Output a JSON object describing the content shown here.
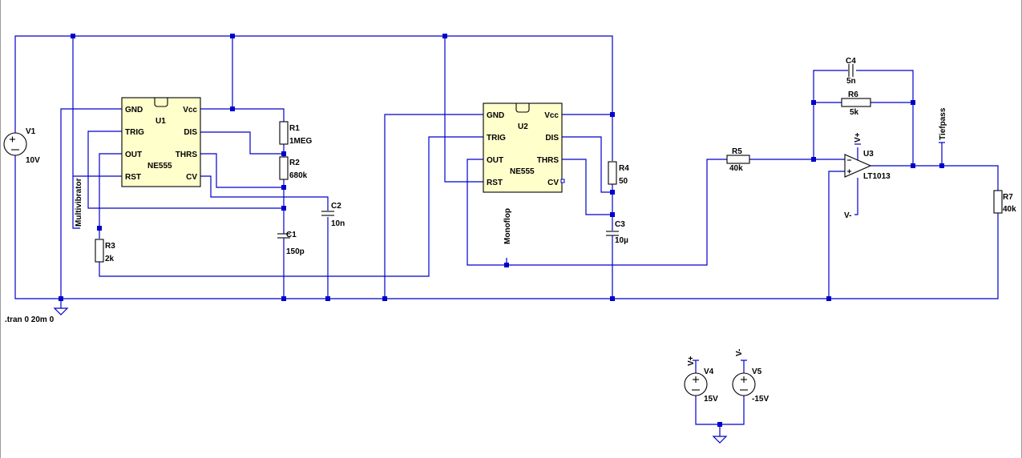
{
  "directive": ".tran 0 20m 0",
  "sources": {
    "v1": {
      "name": "V1",
      "value": "10V"
    },
    "v4": {
      "name": "V4",
      "value": "15V"
    },
    "v5": {
      "name": "V5",
      "value": "-15V"
    }
  },
  "u1": {
    "name": "U1",
    "type": "NE555",
    "pins": {
      "gnd": "GND",
      "trig": "TRIG",
      "out": "OUT",
      "rst": "RST",
      "vcc": "Vcc",
      "dis": "DIS",
      "thrs": "THRS",
      "cv": "CV"
    }
  },
  "u2": {
    "name": "U2",
    "type": "NE555",
    "pins": {
      "gnd": "GND",
      "trig": "TRIG",
      "out": "OUT",
      "rst": "RST",
      "vcc": "Vcc",
      "dis": "DIS",
      "thrs": "THRS",
      "cv": "CV"
    }
  },
  "u3": {
    "name": "U3",
    "type": "LT1013"
  },
  "resistors": {
    "r1": {
      "name": "R1",
      "value": "1MEG"
    },
    "r2": {
      "name": "R2",
      "value": "680k"
    },
    "r3": {
      "name": "R3",
      "value": "2k"
    },
    "r4": {
      "name": "R4",
      "value": "50"
    },
    "r5": {
      "name": "R5",
      "value": "40k"
    },
    "r6": {
      "name": "R6",
      "value": "5k"
    },
    "r7": {
      "name": "R7",
      "value": "40k"
    }
  },
  "capacitors": {
    "c1": {
      "name": "C1",
      "value": "150p"
    },
    "c2": {
      "name": "C2",
      "value": "10n"
    },
    "c3": {
      "name": "C3",
      "value": "10µ"
    },
    "c4": {
      "name": "C4",
      "value": "5n"
    }
  },
  "nets": {
    "multivibrator": "Multivibrator",
    "monoflop": "Monoflop",
    "tiefpass": "Tiefpass",
    "vplus": "V+",
    "vminus": "V-"
  }
}
